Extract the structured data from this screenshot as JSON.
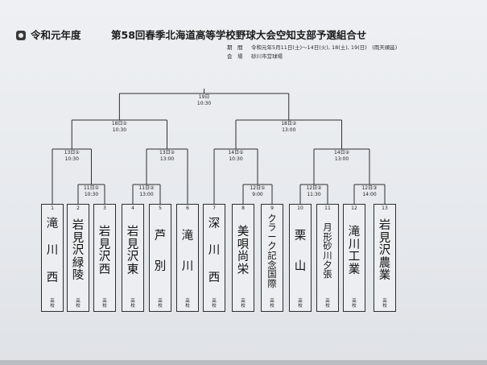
{
  "header": {
    "era": "令和元年度",
    "title": "第58回春季北海道高等学校野球大会空知支部予選組合せ",
    "period_label": "期　間",
    "period_value": "令和元年5月11日(土)〜14日(火), 18(土), 19(日)　(雨天順延)",
    "venue_label": "会　場",
    "venue_value": "砂川市営球場"
  },
  "school_suffix": "高校",
  "games": [
    {
      "id": "final",
      "day": "19日",
      "time": "10:30"
    },
    {
      "id": "semi-left",
      "day": "18日①",
      "time": "10:30"
    },
    {
      "id": "semi-right",
      "day": "18日②",
      "time": "13:00"
    },
    {
      "id": "qf-1",
      "day": "13日①",
      "time": "10:30"
    },
    {
      "id": "qf-2",
      "day": "13日②",
      "time": "13:00"
    },
    {
      "id": "qf-3",
      "day": "14日①",
      "time": "10:30"
    },
    {
      "id": "qf-4",
      "day": "14日②",
      "time": "13:00"
    },
    {
      "id": "r1-11a",
      "day": "11日①",
      "time": "10:30"
    },
    {
      "id": "r1-11b",
      "day": "11日②",
      "time": "13:00"
    },
    {
      "id": "r1-12a",
      "day": "12日①",
      "time": "9:00"
    },
    {
      "id": "r1-12b",
      "day": "12日②",
      "time": "11:30"
    },
    {
      "id": "r1-12c",
      "day": "12日③",
      "time": "14:00"
    }
  ],
  "teams": [
    {
      "seed": "1",
      "name": "滝川西"
    },
    {
      "seed": "2",
      "name": "岩見沢緑陵"
    },
    {
      "seed": "3",
      "name": "岩見沢西"
    },
    {
      "seed": "4",
      "name": "岩見沢東"
    },
    {
      "seed": "5",
      "name": "芦別"
    },
    {
      "seed": "6",
      "name": "滝川"
    },
    {
      "seed": "7",
      "name": "深川西"
    },
    {
      "seed": "8",
      "name": "美唄尚栄"
    },
    {
      "seed": "9",
      "name": "クラーク記念国際"
    },
    {
      "seed": "10",
      "name": "栗山"
    },
    {
      "seed": "11",
      "name": "月形砂川夕張"
    },
    {
      "seed": "12",
      "name": "滝川工業"
    },
    {
      "seed": "13",
      "name": "岩見沢農業"
    }
  ],
  "colors": {
    "ink": "#1c1c1c",
    "paper": "#eceef1",
    "line": "#2e2e2e"
  }
}
